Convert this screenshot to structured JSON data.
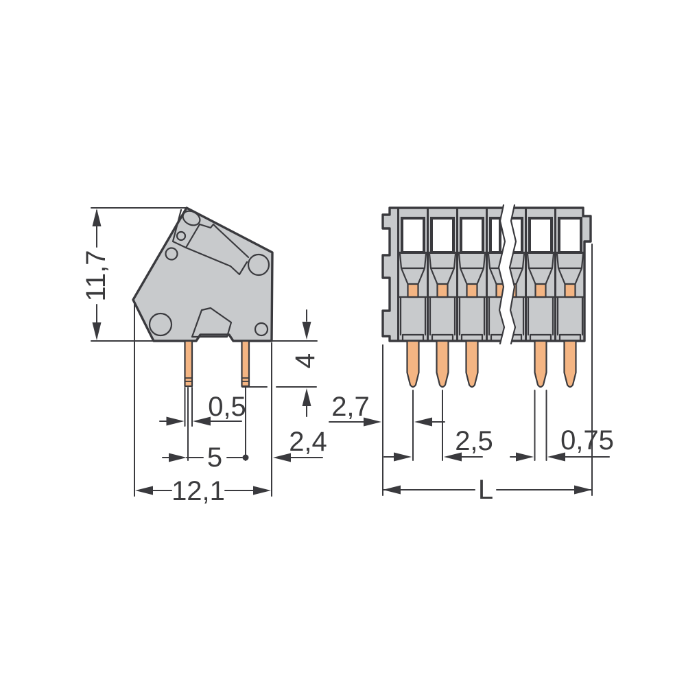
{
  "drawing": {
    "kind": "technical dimensional drawing",
    "subject": "PCB terminal block (side view and front view) with millimeter dimensions",
    "colors": {
      "background": "#ffffff",
      "body_fill": "#c8cacc",
      "line": "#3a3a3e",
      "pin_fill": "#f4b583",
      "window_fill": "#ffffff"
    },
    "labels": {
      "height": "11,7",
      "pin_thickness": "0,5",
      "pin_to_pin": "5",
      "edge_distance": "2,4",
      "pin_length": "4",
      "overall_depth": "12,1",
      "pin_offset": "2,7",
      "pitch": "2,5",
      "pin_width": "0,75",
      "overall_length": "L"
    }
  }
}
